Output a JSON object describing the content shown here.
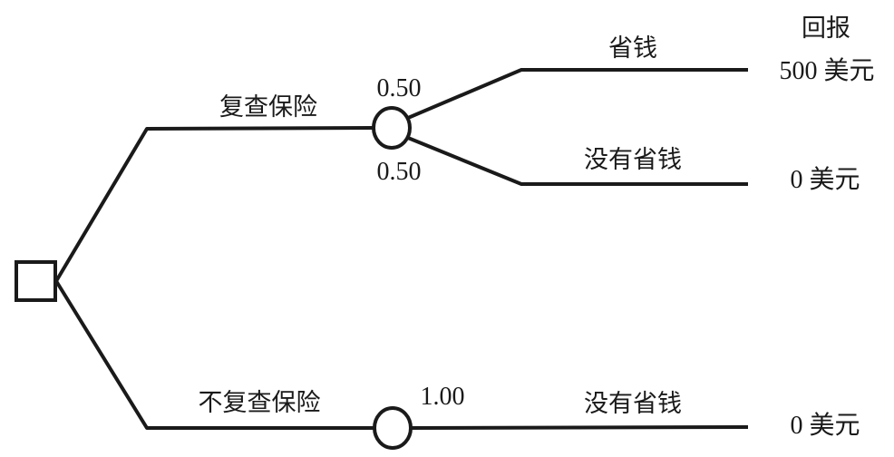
{
  "header": {
    "payoff_label": "回报"
  },
  "branches": {
    "review": {
      "label": "复查保险",
      "outcomes": [
        {
          "probability": "0.50",
          "label": "省钱",
          "payoff": "500 美元"
        },
        {
          "probability": "0.50",
          "label": "没有省钱",
          "payoff": "0 美元"
        }
      ]
    },
    "no_review": {
      "label": "不复查保险",
      "outcomes": [
        {
          "probability": "1.00",
          "label": "没有省钱",
          "payoff": "0 美元"
        }
      ]
    }
  }
}
